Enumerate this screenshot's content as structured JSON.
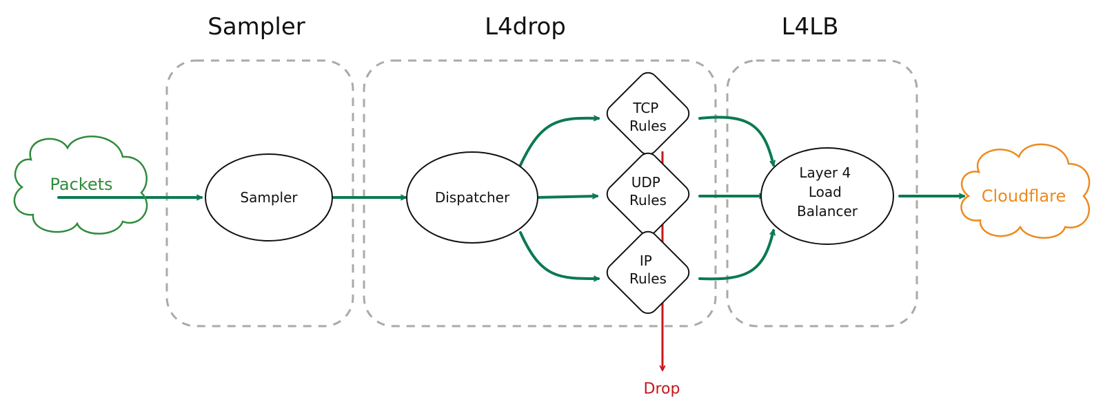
{
  "groups": {
    "sampler_title": "Sampler",
    "l4drop_title": "L4drop",
    "l4lb_title": "L4LB"
  },
  "nodes": {
    "packets": "Packets",
    "sampler": "Sampler",
    "dispatcher": "Dispatcher",
    "tcp_rules": [
      "TCP",
      "Rules"
    ],
    "udp_rules": [
      "UDP",
      "Rules"
    ],
    "ip_rules": [
      "IP",
      "Rules"
    ],
    "load_balancer": [
      "Layer 4",
      "Load",
      "Balancer"
    ],
    "cloudflare": "Cloudflare",
    "drop": "Drop"
  },
  "colors": {
    "flow": "#0b7a50",
    "packets_cloud": "#2e8b3a",
    "cloudflare_cloud": "#ec8a1e",
    "drop": "#c4161c",
    "group_border": "#aaaaaa"
  }
}
